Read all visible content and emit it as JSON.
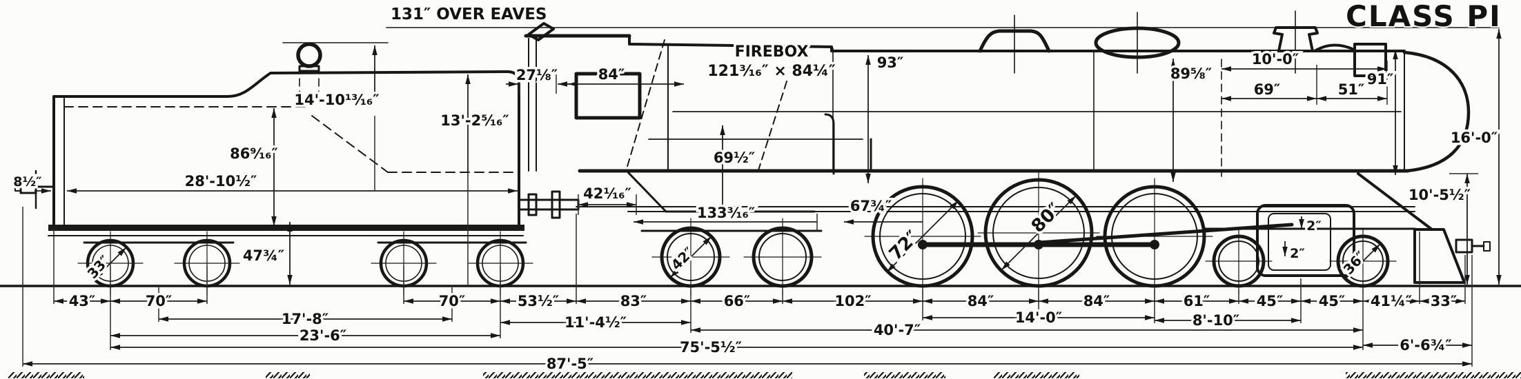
{
  "title": "CLASS PI",
  "notes": {
    "over_eaves": "131″ OVER EAVES"
  },
  "firebox": {
    "name": "FIREBOX",
    "size": "121³⁄₁₆″ × 84¼″"
  },
  "wheels": {
    "tender": "33″",
    "trailing": "42″",
    "driver_1": "72″",
    "driver_2": "80″",
    "lead": "36″"
  },
  "vdims": {
    "coupler": "8½″",
    "water": "86⁹⁄₁₆″",
    "tender_top": "14'-10¹³⁄₁₆″",
    "bunker": "13'-2⁵⁄₁₆″",
    "frame": "47¾″",
    "boiler": "93″",
    "grate": "69½″",
    "boiler_front": "89⅝″",
    "smokebox": "91″",
    "overall": "16'-0″",
    "pilot": "10'-5½″",
    "c2a": "2″",
    "c2b": "2″"
  },
  "hdims": {
    "tender_len": "28'-10½″",
    "gap": "27⅛″",
    "cab": "84″",
    "drawbar": "42¹⁄₁₆″",
    "rear_oh": "133³⁄₁₆″",
    "front_oh": "67¾″",
    "d10": "10'-0″",
    "d69": "69″",
    "d51": "51″"
  },
  "row_axles": [
    "43″",
    "70″",
    "70″",
    "53½″",
    "83″",
    "66″",
    "102″",
    "84″",
    "84″",
    "61″",
    "45″",
    "45″",
    "41¼″",
    "33″"
  ],
  "row_groups": {
    "tender_trucks": "17'-8″",
    "gap": "11'-4½″",
    "drivers": "14'-0″",
    "driver_lead": "8'-10″"
  },
  "row_wheelbase": {
    "tender": "23'-6″",
    "engine": "40'-7″"
  },
  "row_totals": {
    "combined": "75'-5½″",
    "front": "6'-6¾″",
    "overall": "87'-5″"
  }
}
